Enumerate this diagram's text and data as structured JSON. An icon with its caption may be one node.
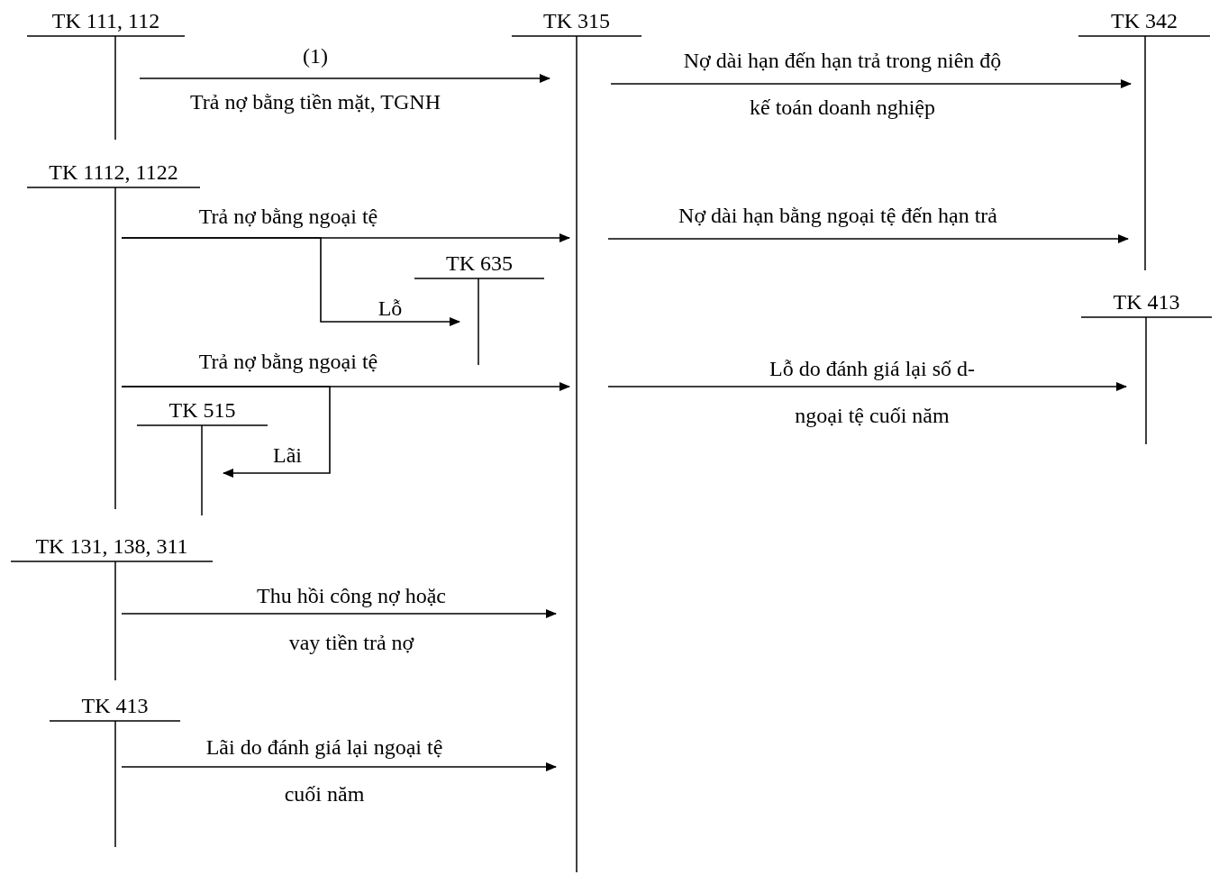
{
  "diagram": {
    "nodes": [
      {
        "text": [
          "TK 111, 112"
        ]
      },
      {
        "text": [
          "TK 315"
        ]
      },
      {
        "text": [
          "TK 342"
        ]
      },
      {
        "text": [
          "TK 1112, 1122"
        ]
      },
      {
        "text": [
          "TK 635"
        ]
      },
      {
        "text": [
          "TK 413"
        ]
      },
      {
        "text": [
          "TK 515"
        ]
      },
      {
        "text": [
          "TK 131, 138, 311"
        ]
      },
      {
        "text": [
          "TK 413"
        ]
      }
    ],
    "edges": [
      {
        "from": 0,
        "to": 1,
        "arrow": "to",
        "label": "Trả nợ bằng tiền mặt, TGNH"
      },
      {
        "from": 1,
        "to": 2,
        "arrow": "to",
        "label": "Nợ dài hạn đến hạn trả trong niên độ kế toán doanh nghiệp"
      },
      {
        "from": 3,
        "to": 1,
        "arrow": "to",
        "label": "Trả nợ bằng ngoại tệ"
      },
      {
        "from": 1,
        "to": 2,
        "arrow": "to",
        "label": "Nợ dài hạn bằng ngoại tệ đến hạn trả"
      },
      {
        "from": 3,
        "to": 4,
        "arrow": "to",
        "label": "Lỗ"
      },
      {
        "from": 3,
        "to": 1,
        "arrow": "to",
        "label": "Trả nợ bằng ngoại tệ"
      },
      {
        "from": 1,
        "to": 5,
        "arrow": "to",
        "label": "Lỗ do đánh giá lại số d- ngoại tệ cuối năm"
      },
      {
        "from": 3,
        "to": 6,
        "arrow": "to",
        "label": "Lãi"
      },
      {
        "from": 7,
        "to": 1,
        "arrow": "to",
        "label": "Thu hồi công nợ hoặc vay tiền trả nợ"
      },
      {
        "from": 8,
        "to": 1,
        "arrow": "to",
        "label": "Lãi do đánh giá lại ngoại tệ cuối năm"
      }
    ],
    "labels": [
      "(1)"
    ]
  }
}
